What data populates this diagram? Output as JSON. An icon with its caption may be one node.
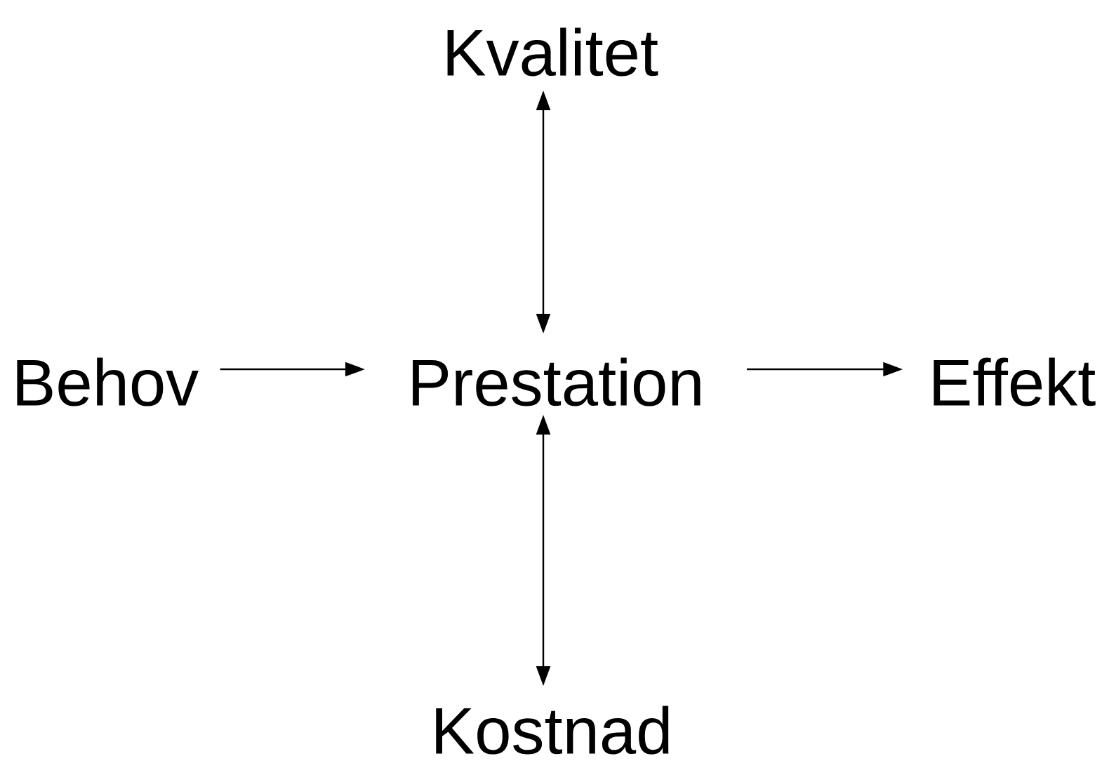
{
  "diagram": {
    "nodes": [
      {
        "text": [
          "Kvalitet"
        ]
      },
      {
        "text": [
          "Behov"
        ]
      },
      {
        "text": [
          "Prestation"
        ]
      },
      {
        "text": [
          "Effekt"
        ]
      },
      {
        "text": [
          "Kostnad"
        ]
      }
    ],
    "edges": [
      {
        "from": 1,
        "to": 2,
        "arrow": "to"
      },
      {
        "from": 0,
        "to": 2,
        "arrow": "both"
      },
      {
        "from": 2,
        "to": 4,
        "arrow": "both"
      },
      {
        "from": 2,
        "to": 3,
        "arrow": "to"
      }
    ]
  }
}
